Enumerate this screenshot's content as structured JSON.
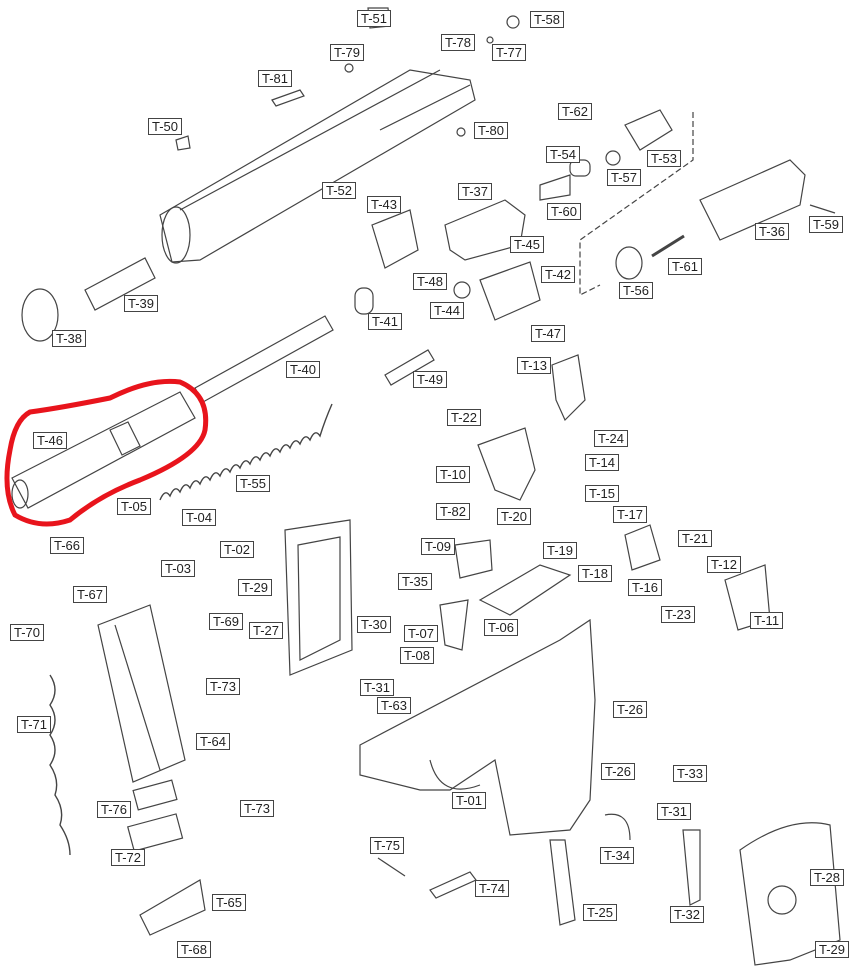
{
  "diagram": {
    "type": "exploded-parts-diagram",
    "highlight": {
      "part": "T-46",
      "color": "#e8141c"
    },
    "line_color": "#444444",
    "part_labels": [
      "T-51",
      "T-58",
      "T-78",
      "T-77",
      "T-79",
      "T-81",
      "T-50",
      "T-80",
      "T-62",
      "T-53",
      "T-54",
      "T-57",
      "T-52",
      "T-37",
      "T-43",
      "T-60",
      "T-36",
      "T-59",
      "T-45",
      "T-42",
      "T-61",
      "T-48",
      "T-56",
      "T-39",
      "T-44",
      "T-41",
      "T-47",
      "T-38",
      "T-40",
      "T-13",
      "T-49",
      "T-46",
      "T-22",
      "T-24",
      "T-14",
      "T-10",
      "T-55",
      "T-15",
      "T-05",
      "T-82",
      "T-20",
      "T-17",
      "T-04",
      "T-21",
      "T-66",
      "T-02",
      "T-09",
      "T-19",
      "T-12",
      "T-03",
      "T-18",
      "T-16",
      "T-29",
      "T-35",
      "T-67",
      "T-69",
      "T-23",
      "T-11",
      "T-06",
      "T-27",
      "T-30",
      "T-70",
      "T-07",
      "T-08",
      "T-31",
      "T-73",
      "T-63",
      "T-71",
      "T-26",
      "T-64",
      "T-26",
      "T-33",
      "T-01",
      "T-76",
      "T-73",
      "T-31",
      "T-72",
      "T-34",
      "T-75",
      "T-28",
      "T-74",
      "T-65",
      "T-25",
      "T-32",
      "T-68",
      "T-29"
    ]
  }
}
